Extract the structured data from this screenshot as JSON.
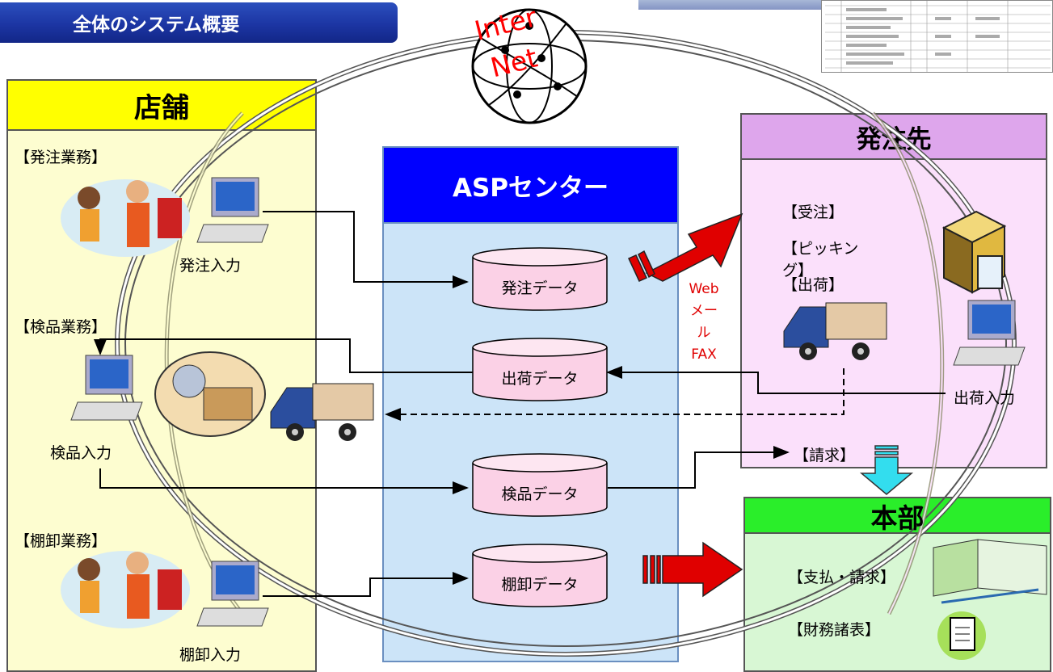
{
  "title": "全体のシステム概要",
  "internet": {
    "line1": "Inter",
    "line2": "Net"
  },
  "store": {
    "title": "店舗",
    "order_task": "【発注業務】",
    "order_input": "発注入力",
    "inspect_task": "【検品業務】",
    "inspect_input": "検品入力",
    "inventory_task": "【棚卸業務】",
    "inventory_input": "棚卸入力"
  },
  "asp": {
    "title": "ASPセンター",
    "db_order": "発注データ",
    "db_ship": "出荷データ",
    "db_inspect": "検品データ",
    "db_inventory": "棚卸データ"
  },
  "channels": {
    "web": "Web",
    "mail": "メール",
    "fax": "FAX"
  },
  "vendor": {
    "title": "発注先",
    "receive": "【受注】",
    "picking_1": "【ピッキン",
    "picking_2": "グ】",
    "ship": "【出荷】",
    "ship_input": "出荷入力",
    "billing": "【請求】"
  },
  "hq": {
    "title": "本部",
    "payment": "【支払・請求】",
    "finance": "【財務諸表】"
  },
  "colors": {
    "title_bar": "#1c35a3",
    "store_head": "#ffff00",
    "asp_head": "#0000ff",
    "vendor_head": "#dea6ec",
    "hq_head": "#2aee2a",
    "red_arrow": "#e00000",
    "cyan_arrow": "#33ddee"
  }
}
